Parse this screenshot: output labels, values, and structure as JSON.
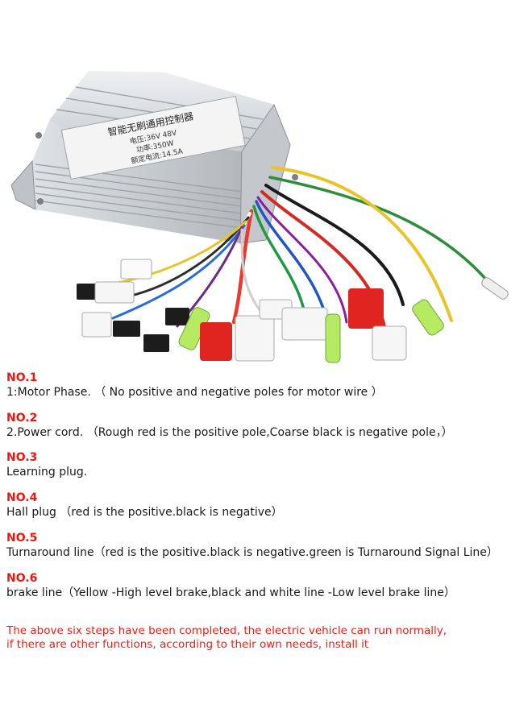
{
  "sections": [
    {
      "heading": "NO.1",
      "text": "1:Motor Phase.   （ No positive and negative poles for motor wire ）"
    },
    {
      "heading": "NO.2",
      "text": "2.Power cord.   （Rough red is the positive pole,Coarse black is negative pole，）"
    },
    {
      "heading": "NO.3",
      "text": "Learning plug."
    },
    {
      "heading": "NO.4",
      "text": "Hall plug  （red is the positive.black is negative）"
    },
    {
      "heading": "NO.5",
      "text": "Turnaround line（red is the positive.black is negative.green is Turnaround Signal Line）"
    },
    {
      "heading": "NO.6",
      "text": "brake line（Yellow -High level brake,black and white line -Low level brake line）"
    }
  ],
  "note": {
    "line1": "The above six steps have been completed, the electric vehicle can run normally,",
    "line2": "if there are other functions, according to their own needs, install it"
  },
  "product": {
    "label_lines": [
      "智能无刷通用控制器",
      "电压:36V 48V",
      "功率:350W",
      "额定电流:14.5A"
    ]
  },
  "colors": {
    "heading": "#e8170f",
    "text": "#1a1a1a",
    "note": "#f21c12",
    "casing": "#d4d7da"
  }
}
